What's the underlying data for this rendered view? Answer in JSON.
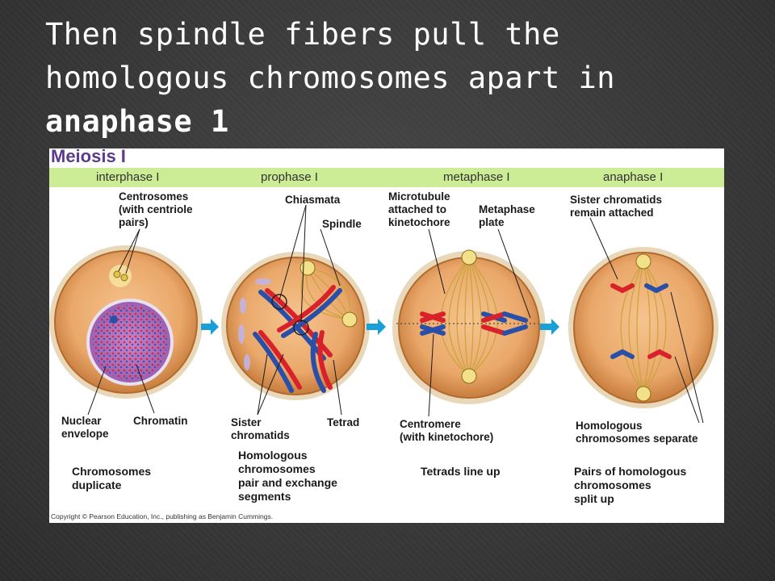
{
  "slide": {
    "title_line1": "Then spindle fibers pull the",
    "title_line2": "homologous chromosomes apart in",
    "title_bold": "anaphase 1"
  },
  "figure": {
    "heading": "Meiosis I",
    "stages": [
      "interphase I",
      "prophase I",
      "metaphase I",
      "anaphase I"
    ],
    "labels": {
      "centrosomes": [
        "Centrosomes",
        "(with centriole",
        "pairs)"
      ],
      "chiasmata": "Chiasmata",
      "spindle": "Spindle",
      "microtubule": [
        "Microtubule",
        "attached to",
        "kinetochore"
      ],
      "metaphase_plate": [
        "Metaphase",
        "plate"
      ],
      "sister_attached": [
        "Sister chromatids",
        "remain attached"
      ],
      "nuclear_envelope": [
        "Nuclear",
        "envelope"
      ],
      "chromatin": "Chromatin",
      "sister_chromatids": [
        "Sister",
        "chromatids"
      ],
      "tetrad": "Tetrad",
      "centromere": [
        "Centromere",
        "(with kinetochore)"
      ],
      "homologous_separate": [
        "Homologous",
        "chromosomes separate"
      ]
    },
    "captions": {
      "interphase": [
        "Chromosomes",
        "duplicate"
      ],
      "prophase": [
        "Homologous",
        "chromosomes",
        "pair and exchange",
        "segments"
      ],
      "metaphase": [
        "Tetrads line up"
      ],
      "anaphase": [
        "Pairs of homologous",
        "chromosomes",
        "split up"
      ]
    },
    "copyright": "Copyright © Pearson Education, Inc., publishing as Benjamin Cummings.",
    "colors": {
      "stage_bar": "#ccec95",
      "cell": "#eaa86a",
      "chromosome_red": "#d8212a",
      "chromosome_blue": "#2a4fa8",
      "arrow": "#1aa0d8",
      "heading": "#5a3b8c"
    }
  }
}
